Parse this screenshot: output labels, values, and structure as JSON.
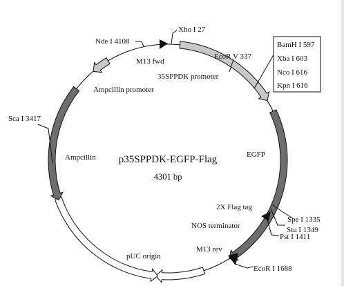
{
  "plasmid": {
    "name": "p35SPPDK-EGFP-Flag",
    "size": "4301 bp"
  },
  "sites": {
    "xho": "Xho I 27",
    "nde": "Nde I 4108",
    "ecorv": "EcoR V 337",
    "sca": "Sca I 3417",
    "spe": "Spe I 1335",
    "stu": "Stu I 1349",
    "pst": "Pst I 1411",
    "ecori": "EcoR I 1688"
  },
  "mcs_box": [
    "BamH I 597",
    "Xba I 603",
    "Nco I 616",
    "Kpn I 616"
  ],
  "features": {
    "m13fwd": "M13 fwd",
    "promoter35s": "35SPPDK promoter",
    "amp_promoter": "Ampcillin promoter",
    "ampicillin": "Ampcillin",
    "egfp": "EGFP",
    "flag": "2X Flag tag",
    "nos": "NOS terminator",
    "m13rev": "M13 rev",
    "puc": "pUC origin"
  },
  "colors": {
    "line": "#111111",
    "promoter_fill": "#c8c8c8",
    "gene_fill": "#6e6e6e",
    "origin_fill": "#ffffff",
    "page_border": "#d9e8f4"
  }
}
